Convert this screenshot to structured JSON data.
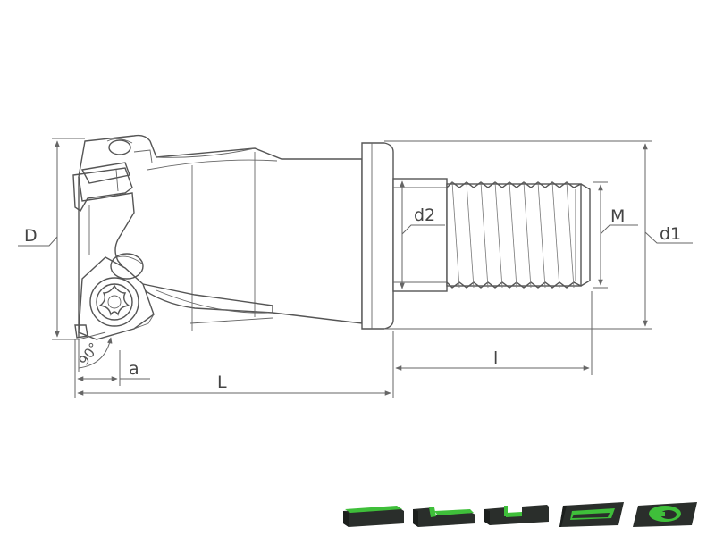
{
  "dimensions": {
    "D": "D",
    "d1": "d1",
    "d2": "d2",
    "M": "M",
    "a": "a",
    "L": "L",
    "l": "l",
    "angle": "90°"
  },
  "colors": {
    "line": "#555555",
    "insert_dark": "#2a2e2b",
    "insert_green": "#3fbf3a"
  },
  "machining_icons": [
    {
      "name": "face-milling"
    },
    {
      "name": "shoulder-milling"
    },
    {
      "name": "slot-milling"
    },
    {
      "name": "pocket-milling"
    },
    {
      "name": "circular-milling"
    }
  ]
}
